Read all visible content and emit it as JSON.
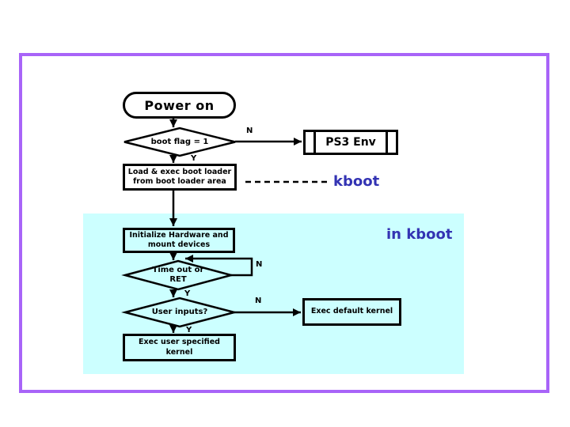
{
  "colors": {
    "frame": "#a864f8",
    "region": "#ccffff",
    "accent": "#3333b3"
  },
  "nodes": {
    "power_on": "Power on",
    "boot_flag": "boot flag = 1",
    "ps3_env": "PS3 Env",
    "load_boot_line1": "Load & exec boot loader",
    "load_boot_line2": "from boot loader area",
    "init_hw_line1": "Initialize Hardware and",
    "init_hw_line2": "mount devices",
    "timeout_line1": "Time out or",
    "timeout_line2": "RET",
    "user_inputs": "User inputs?",
    "exec_default": "Exec default kernel",
    "exec_user": "Exec user specified kernel"
  },
  "annotations": {
    "kboot": "kboot",
    "in_kboot": "in kboot"
  },
  "branch_labels": {
    "yes": "Y",
    "no": "N"
  }
}
